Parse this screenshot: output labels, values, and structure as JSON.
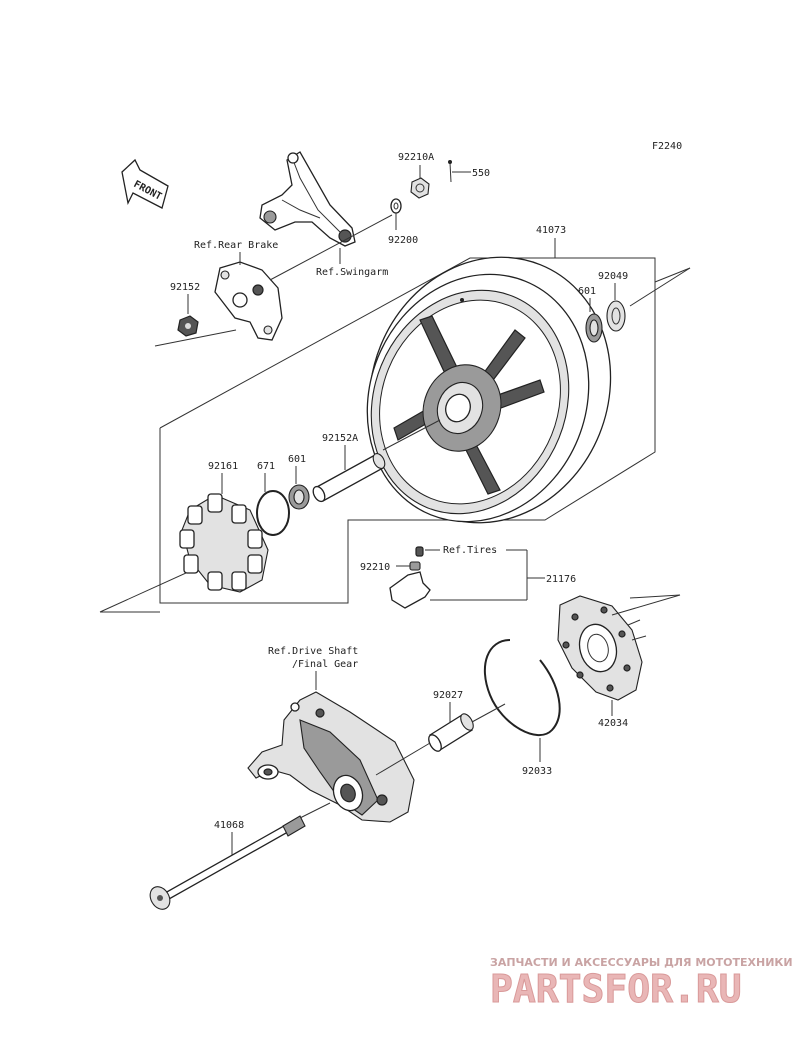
{
  "figure_id": "F2240",
  "front_arrow_label": "FRONT",
  "labels": {
    "p92210A": "92210A",
    "p550": "550",
    "p92200": "92200",
    "ref_rear_brake": "Ref.Rear Brake",
    "ref_swingarm": "Ref.Swingarm",
    "p92152": "92152",
    "p41073": "41073",
    "p92049": "92049",
    "p601_top": "601",
    "p92152A": "92152A",
    "p92161": "92161",
    "p671": "671",
    "p601_mid": "601",
    "ref_tires": "Ref.Tires",
    "p92210": "92210",
    "p21176": "21176",
    "ref_drive_shaft_1": "Ref.Drive Shaft",
    "ref_drive_shaft_2": "/Final Gear",
    "p92027": "92027",
    "p42034": "42034",
    "p92033": "92033",
    "p41068": "41068"
  },
  "watermark": {
    "tagline": "ЗАПЧАСТИ И АКСЕССУАРЫ ДЛЯ МОТОТЕХНИКИ",
    "logo": "PARTSFOR.RU"
  }
}
